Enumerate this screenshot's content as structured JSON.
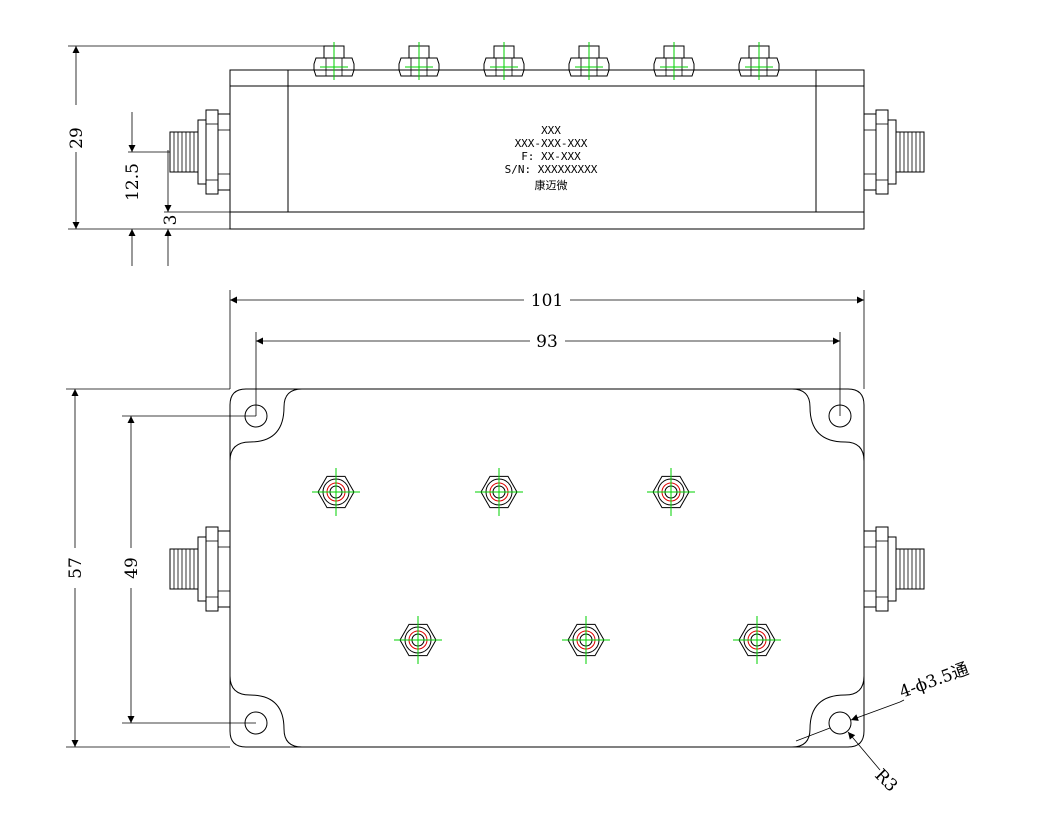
{
  "label": {
    "line1": "XXX",
    "line2": "XXX-XXX-XXX",
    "line3": "F: XX-XXX",
    "line4": "S/N: XXXXXXXXX",
    "line5": "康迈微"
  },
  "dimensions": {
    "height_total": "29",
    "connector_height": "12.5",
    "base_offset": "3",
    "length_total": "101",
    "hole_spacing_x": "93",
    "width_total": "57",
    "hole_spacing_y": "49",
    "hole_callout": "4-ϕ3.5通",
    "corner_radius": "R3"
  },
  "colors": {
    "outline": "#000000",
    "centerline": "#00d200",
    "thread": "#e00000"
  }
}
